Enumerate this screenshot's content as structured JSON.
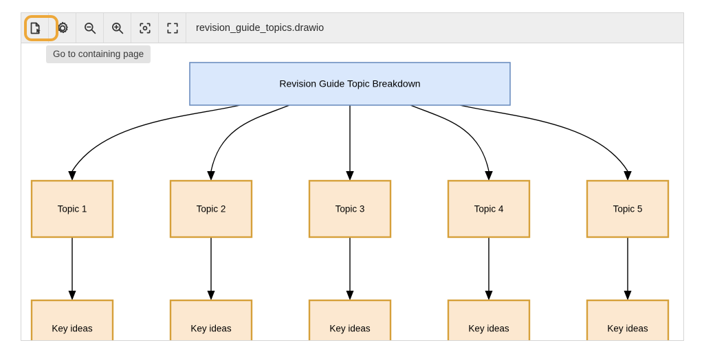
{
  "window": {
    "toolbar": {
      "buttons": [
        {
          "name": "go-to-containing-page",
          "icon": "page-with-cursor-icon",
          "highlighted": true
        },
        {
          "name": "settings",
          "icon": "gear-icon",
          "highlighted": false
        },
        {
          "name": "zoom-out",
          "icon": "zoom-out-icon",
          "highlighted": false
        },
        {
          "name": "zoom-in",
          "icon": "zoom-in-icon",
          "highlighted": false
        },
        {
          "name": "fit-page",
          "icon": "fit-page-icon",
          "highlighted": false
        },
        {
          "name": "fullscreen",
          "icon": "fullscreen-icon",
          "highlighted": false
        }
      ],
      "filename": "revision_guide_topics.drawio"
    },
    "tooltip": "Go to containing page"
  },
  "colors": {
    "highlight_ring": "#eda83a",
    "toolbar_bg": "#eeeeee",
    "root_fill": "#dae8fc",
    "root_stroke": "#6c8ebf",
    "topic_fill": "#fce8d0",
    "topic_stroke": "#d6a03a",
    "edge": "#000000"
  },
  "diagram": {
    "root": {
      "label": "Revision Guide Topic Breakdown"
    },
    "topics": [
      {
        "label": "Topic 1",
        "child": "Key ideas"
      },
      {
        "label": "Topic 2",
        "child": "Key ideas"
      },
      {
        "label": "Topic 3",
        "child": "Key ideas"
      },
      {
        "label": "Topic 4",
        "child": "Key ideas"
      },
      {
        "label": "Topic 5",
        "child": "Key ideas"
      }
    ]
  }
}
